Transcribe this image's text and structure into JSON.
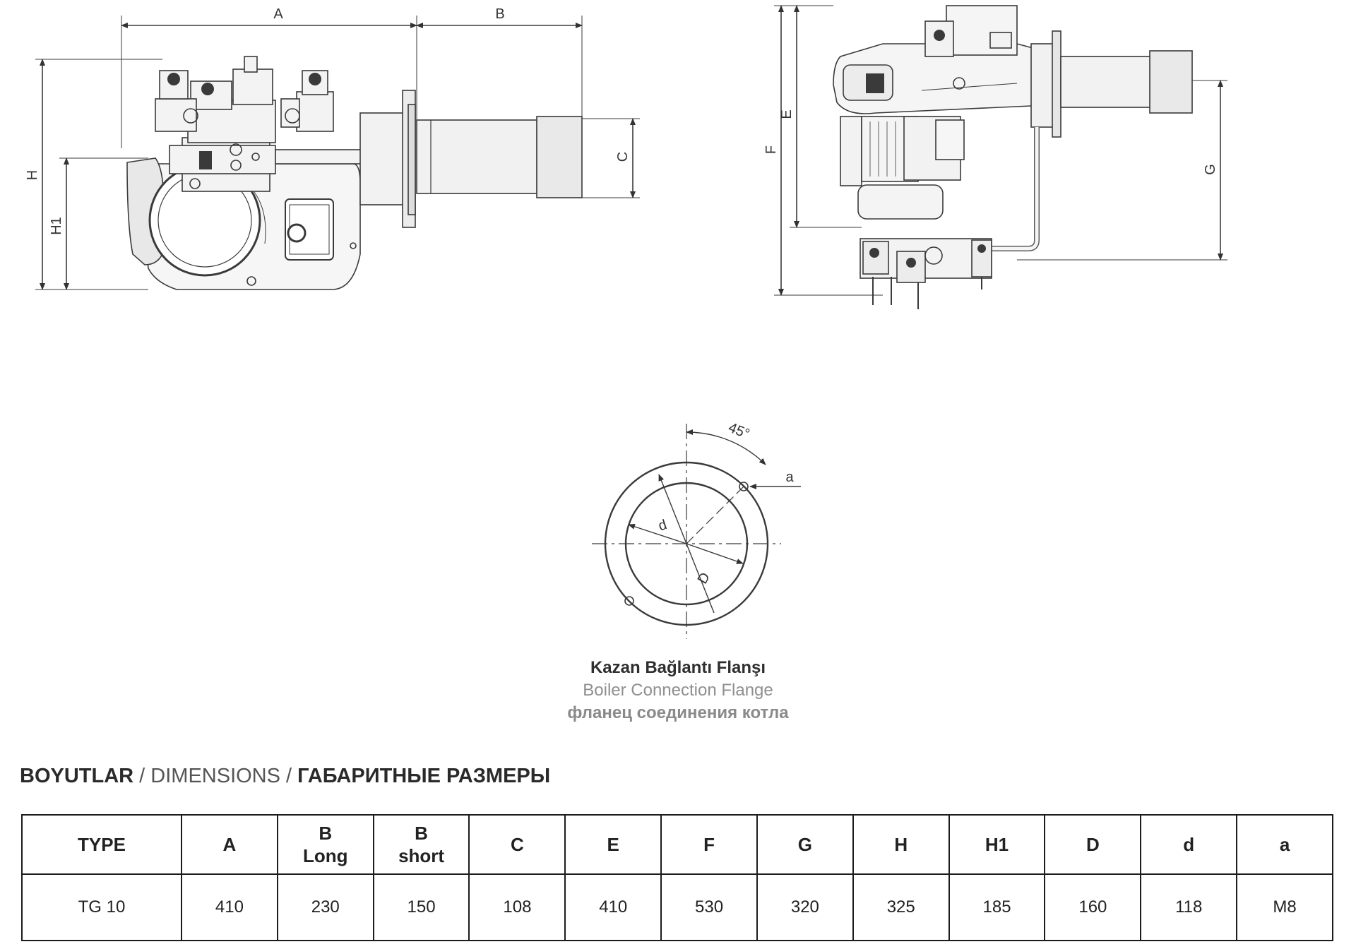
{
  "drawing": {
    "side_view_dimension_labels": {
      "a_top": "A",
      "b_top": "B",
      "h": "H",
      "h1": "H1",
      "c": "C"
    },
    "front_view_dimension_labels": {
      "e": "E",
      "f": "F",
      "g": "G"
    },
    "flange_labels": {
      "angle": "45°",
      "hole": "a",
      "inner_diameter": "d",
      "outer_diameter": "D"
    }
  },
  "caption": {
    "turkish": "Kazan Bağlantı Flanşı",
    "english": "Boiler Connection Flange",
    "russian": "фланец соединения котла"
  },
  "section_heading": {
    "turkish": "BOYUTLAR",
    "separator1": " / ",
    "english": "DIMENSIONS",
    "separator2": " / ",
    "russian": "ГАБАРИТНЫЕ РАЗМЕРЫ"
  },
  "table": {
    "headers": [
      [
        "TYPE"
      ],
      [
        "A"
      ],
      [
        "B",
        "Long"
      ],
      [
        "B",
        "short"
      ],
      [
        "C"
      ],
      [
        "E"
      ],
      [
        "F"
      ],
      [
        "G"
      ],
      [
        "H"
      ],
      [
        "H1"
      ],
      [
        "D"
      ],
      [
        "d"
      ],
      [
        "a"
      ]
    ],
    "rows": [
      [
        "TG 10",
        "410",
        "230",
        "150",
        "108",
        "410",
        "530",
        "320",
        "325",
        "185",
        "160",
        "118",
        "M8"
      ]
    ]
  },
  "colors": {
    "line": "#4a4a4a",
    "heavy_line": "#2a2a2a",
    "component_fill": "#eeeeee",
    "dark_fill": "#3a3a3a"
  }
}
